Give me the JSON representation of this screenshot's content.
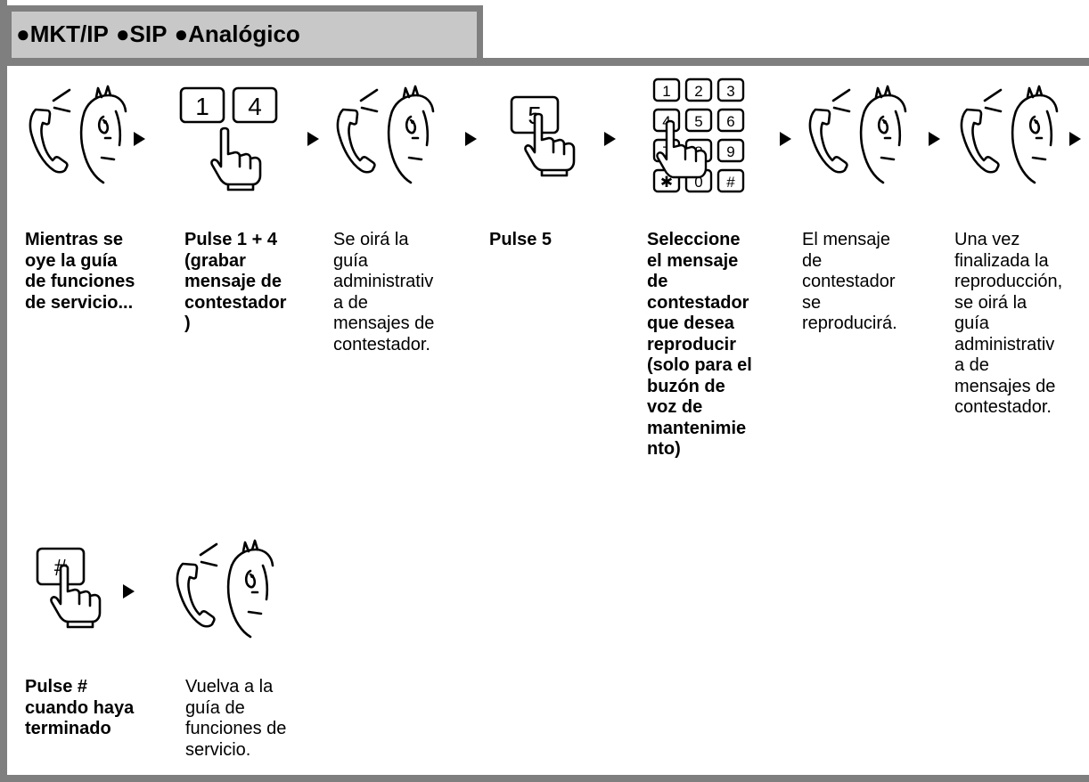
{
  "header": {
    "systems": [
      "●MKT/IP",
      "●SIP",
      "●Analógico"
    ]
  },
  "icons": {
    "listen": "handset-and-listening-person-icon",
    "press_keys": "finger-pressing-key-icon",
    "keypad": "dial-keypad-icon",
    "arrow": "right-arrow-icon"
  },
  "row1": {
    "key_labels_step2": [
      "1",
      "4"
    ],
    "key_label_step4": "5",
    "keypad_keys": [
      "1",
      "2",
      "3",
      "4",
      "5",
      "6",
      "7",
      "8",
      "9",
      "✱",
      "0",
      "#"
    ],
    "captions": [
      "Mientras se\noye la guía\nde funciones\nde servicio...",
      "Pulse 1 + 4\n(grabar\nmensaje de\ncontestador\n)",
      "Se oirá la\nguía\nadministrativ\na de\nmensajes de\ncontestador.",
      "Pulse 5",
      "Seleccione\nel mensaje\nde\ncontestador\nque desea\nreproducir\n(solo para el\nbuzón de\nvoz de\nmantenimie\nnto)",
      "El mensaje\nde\ncontestador\nse\nreproducirá.",
      "Una vez\nfinalizada la\nreproducción,\nse oirá la\nguía\nadministrativ\na de\nmensajes de\ncontestador."
    ]
  },
  "row2": {
    "key_label_step1": "#",
    "captions": [
      "Pulse #\ncuando haya\nterminado",
      "Vuelva a la\nguía de\nfunciones de\nservicio."
    ]
  }
}
